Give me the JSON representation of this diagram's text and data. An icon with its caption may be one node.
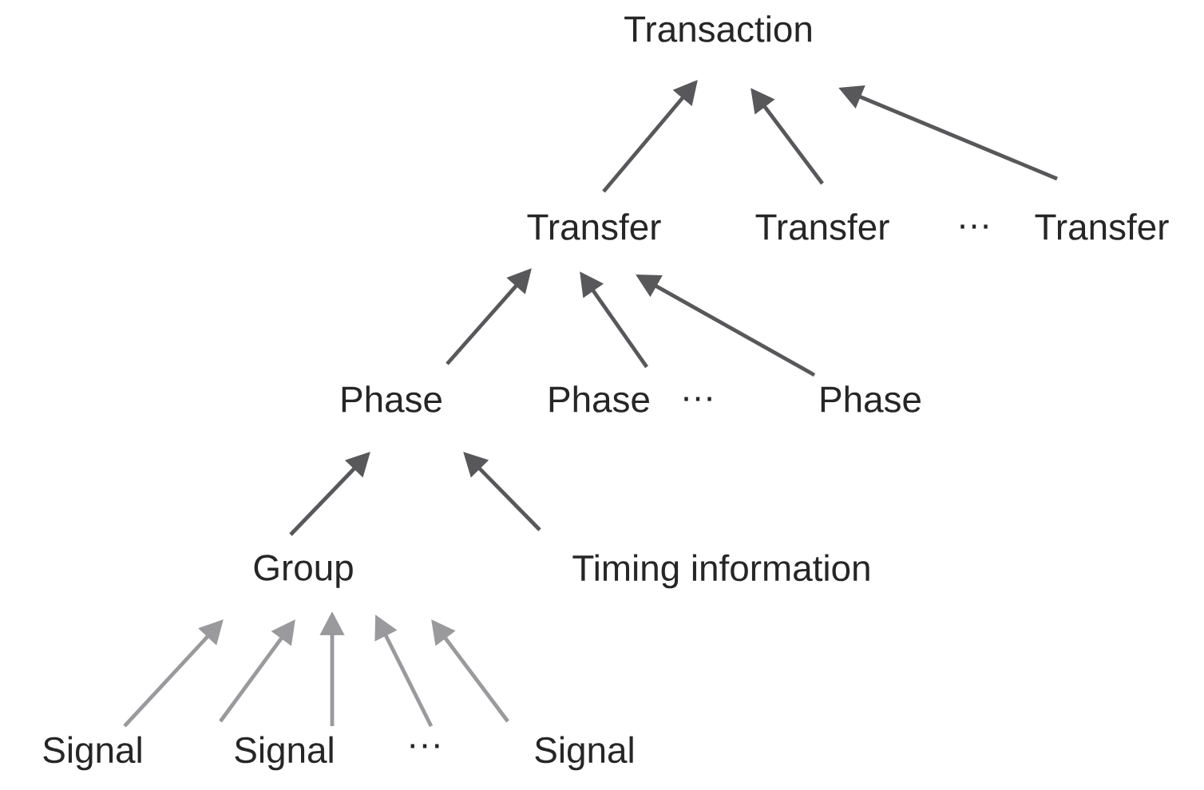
{
  "diagram": {
    "nodes": [
      {
        "text": [
          "Transaction"
        ]
      },
      {
        "text": [
          "Transfer"
        ]
      },
      {
        "text": [
          "Transfer"
        ]
      },
      {
        "text": [
          "Transfer"
        ]
      },
      {
        "text": [
          "Phase"
        ]
      },
      {
        "text": [
          "Phase"
        ]
      },
      {
        "text": [
          "Phase"
        ]
      },
      {
        "text": [
          "Group"
        ]
      },
      {
        "text": [
          "Timing information"
        ]
      },
      {
        "text": [
          "Signal"
        ]
      },
      {
        "text": [
          "Signal"
        ]
      },
      {
        "text": [
          "Signal"
        ]
      }
    ],
    "edges": [
      {
        "from": 1,
        "to": 0,
        "arrow": "to"
      },
      {
        "from": 2,
        "to": 0,
        "arrow": "to"
      },
      {
        "from": 3,
        "to": 0,
        "arrow": "to"
      },
      {
        "from": 4,
        "to": 1,
        "arrow": "to"
      },
      {
        "from": 5,
        "to": 1,
        "arrow": "to"
      },
      {
        "from": 6,
        "to": 1,
        "arrow": "to"
      },
      {
        "from": 7,
        "to": 4,
        "arrow": "to"
      },
      {
        "from": 8,
        "to": 4,
        "arrow": "to"
      },
      {
        "from": 9,
        "to": 7,
        "arrow": "to",
        "color": "#9a9a9c"
      },
      {
        "from": 10,
        "to": 7,
        "arrow": "to",
        "color": "#9a9a9c"
      },
      {
        "from": 10,
        "to": 7,
        "arrow": "to",
        "color": "#9a9a9c"
      },
      {
        "from": null,
        "to": 7,
        "arrow": "to",
        "color": "#9a9a9c"
      },
      {
        "from": 11,
        "to": 7,
        "arrow": "to",
        "color": "#9a9a9c"
      }
    ],
    "labels": [
      "…",
      "…",
      "···"
    ]
  }
}
